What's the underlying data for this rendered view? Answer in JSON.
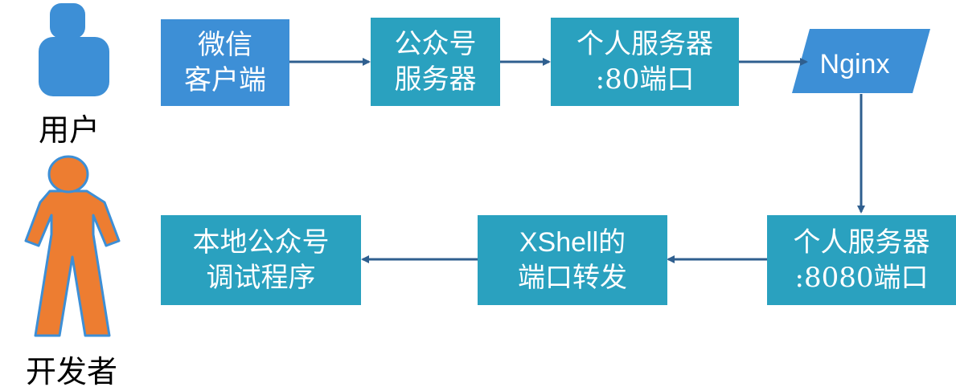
{
  "colors": {
    "wechat_box": "#3d8fd6",
    "teal_box": "#2aa1bf",
    "nginx": "#3d8fd6",
    "arrow": "#2f5f8f",
    "user_icon": "#3d8fd6",
    "developer_fill": "#ed7d31",
    "developer_stroke": "#3d8fd6"
  },
  "actors": {
    "user": {
      "label": "用户",
      "icon": "user-person-icon"
    },
    "developer": {
      "label": "开发者",
      "icon": "developer-person-icon"
    }
  },
  "nodes": {
    "wechat_client": {
      "line1": "微信",
      "line2": "客户端"
    },
    "mp_server": {
      "line1": "公众号",
      "line2": "服务器"
    },
    "personal_server_80": {
      "line1": "个人服务器",
      "line2": ":80端口"
    },
    "nginx": {
      "label": "Nginx"
    },
    "personal_server_8080": {
      "line1": "个人服务器",
      "line2": ":8080端口"
    },
    "xshell_forward": {
      "line1": "XShell的",
      "line2": "端口转发"
    },
    "local_debug": {
      "line1": "本地公众号",
      "line2": "调试程序"
    }
  }
}
